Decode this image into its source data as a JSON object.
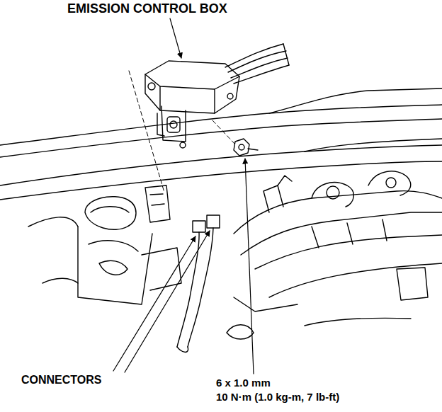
{
  "diagram": {
    "labels": [
      "EMISSION CONTROL BOX",
      "CONNECTORS",
      "6 x 1.0 mm",
      "10 N·m (1.0 kg-m, 7 lb-ft)"
    ]
  }
}
